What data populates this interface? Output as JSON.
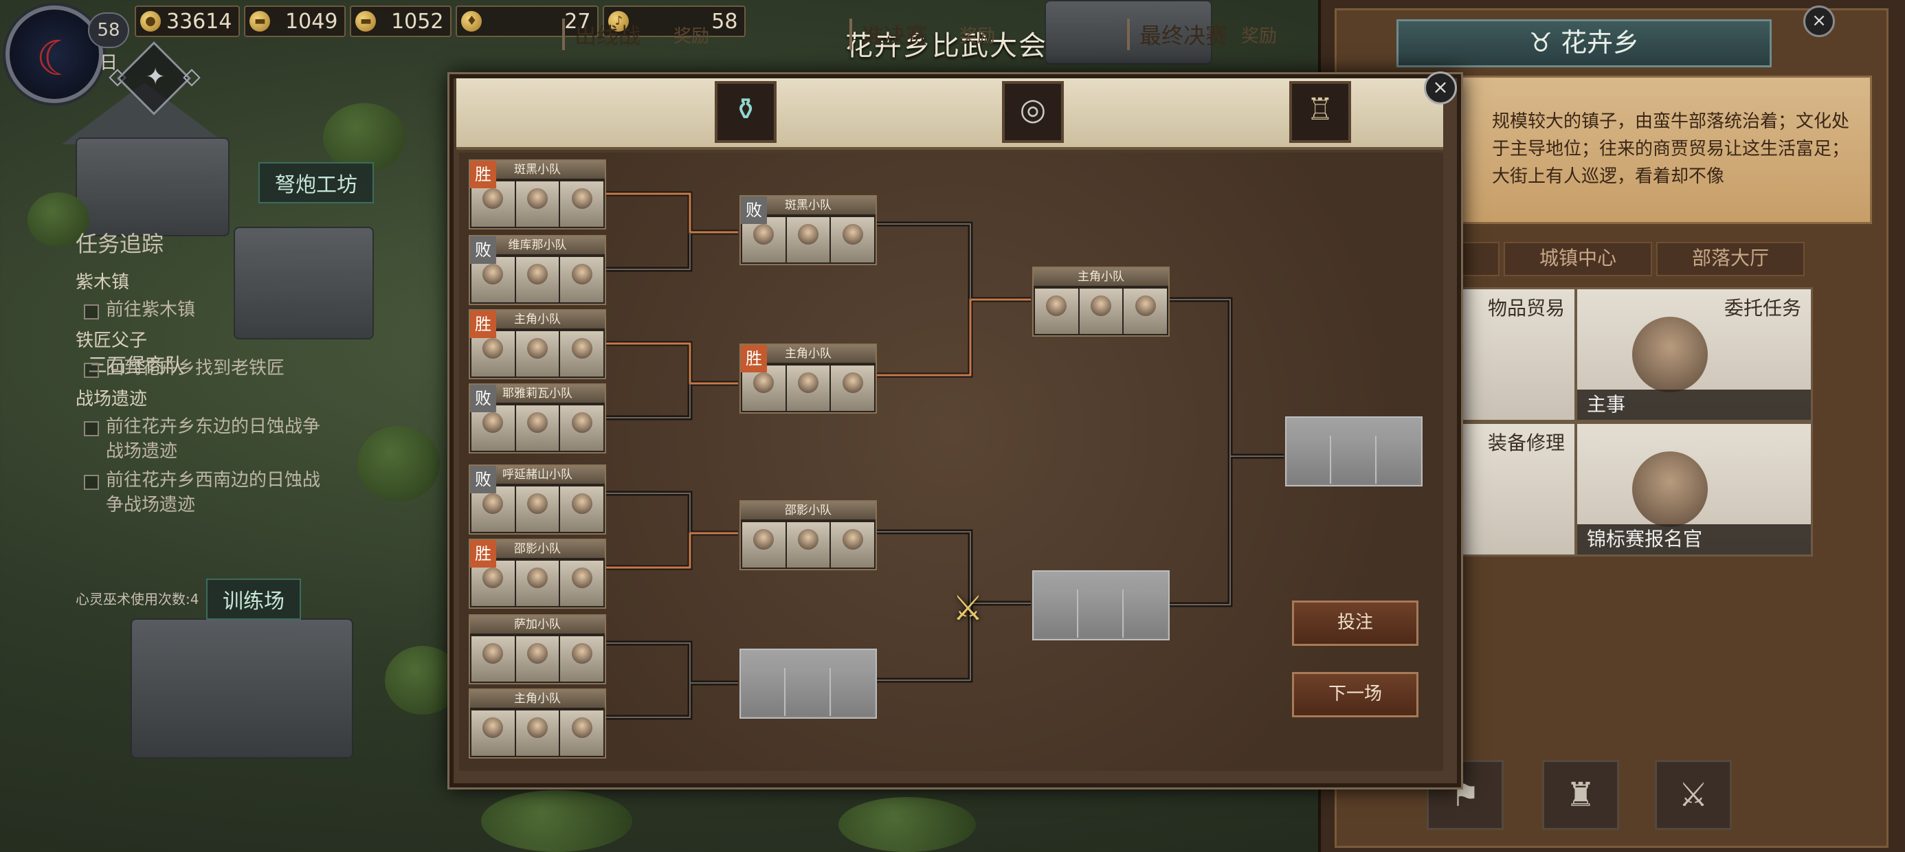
{
  "hud": {
    "day": "58日",
    "resources": [
      {
        "icon": "coin-icon",
        "value": "33614"
      },
      {
        "icon": "gold-bar-icon",
        "value": "1049"
      },
      {
        "icon": "silver-bar-icon",
        "value": "1052"
      },
      {
        "icon": "grain-sack-icon",
        "value": "27"
      },
      {
        "icon": "horn-icon",
        "value": "58"
      }
    ]
  },
  "map": {
    "label_workshop": "弩炮工坊",
    "label_training": "训练场",
    "caravan": "三石堡商队"
  },
  "quest": {
    "title": "任务追踪",
    "groups": [
      {
        "location": "紫木镇",
        "item": "前往紫木镇"
      },
      {
        "location": "铁匠父子",
        "item": "回到花卉乡找到老铁匠"
      },
      {
        "location": "战场遗迹",
        "item": "前往花卉乡东边的日蚀战争战场遗迹"
      },
      {
        "location": "",
        "item": "前往花卉乡西南边的日蚀战争战场遗迹"
      }
    ],
    "mind_count": "心灵巫术使用次数:4"
  },
  "town": {
    "name": "花卉乡",
    "description": "规模较大的镇子，由蛮牛部落统治着；文化处于主导地位；往来的商贾贸易让这生活富足；大街上有人巡逻，看着却不像",
    "tabs": [
      "城镇中心",
      "部落大厅"
    ],
    "npcs": [
      {
        "role": "物品贸易",
        "name": ""
      },
      {
        "role": "委托任务",
        "name": "主事"
      },
      {
        "role": "装备修理",
        "name": ""
      },
      {
        "role": "",
        "name": "锦标赛报名官"
      }
    ]
  },
  "tournament": {
    "title": "花卉乡比武大会",
    "stages": [
      {
        "name": "出线战",
        "reward_label": "奖励",
        "reward_icon": "potion-flask-icon"
      },
      {
        "name": "准决赛",
        "reward_label": "奖励",
        "reward_icon": "bracelet-icon"
      },
      {
        "name": "最终决赛",
        "reward_label": "奖励",
        "reward_icon": "armor-icon"
      }
    ],
    "round1": [
      {
        "name": "斑黑小队",
        "result": "胜"
      },
      {
        "name": "维库那小队",
        "result": "败"
      },
      {
        "name": "主角小队",
        "result": "胜"
      },
      {
        "name": "耶雅莉瓦小队",
        "result": "败"
      },
      {
        "name": "呼延赭山小队",
        "result": "败"
      },
      {
        "name": "邵影小队",
        "result": "胜"
      },
      {
        "name": "萨加小队",
        "result": ""
      },
      {
        "name": "主角小队",
        "result": ""
      }
    ],
    "round2": [
      {
        "name": "斑黑小队",
        "result": "败"
      },
      {
        "name": "主角小队",
        "result": "胜"
      },
      {
        "name": "邵影小队",
        "result": ""
      },
      {
        "name": "",
        "result": ""
      }
    ],
    "round3": [
      {
        "name": "主角小队",
        "result": ""
      },
      {
        "name": "",
        "result": ""
      }
    ],
    "final": {
      "name": "",
      "result": ""
    },
    "bet_button": "投注",
    "next_button": "下一场"
  }
}
